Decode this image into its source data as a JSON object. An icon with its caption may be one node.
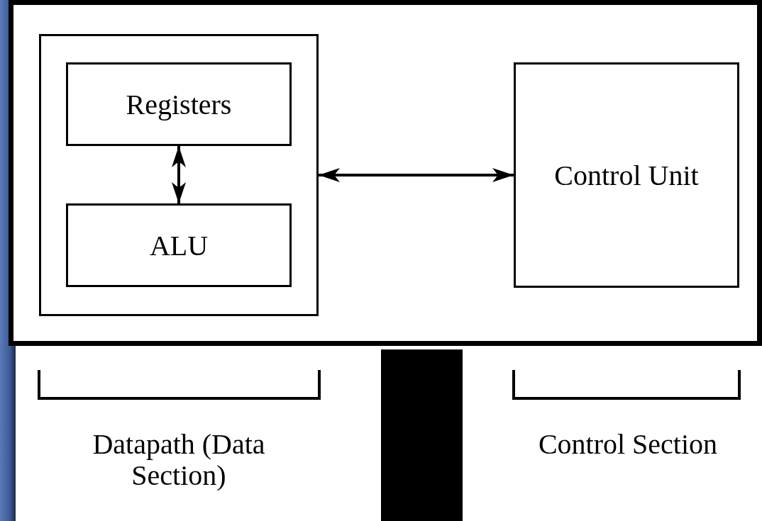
{
  "diagram": {
    "nodes": [
      {
        "text": [],
        "shape": "box"
      },
      {
        "text": [],
        "shape": "box",
        "in": 0
      },
      {
        "text": [
          "Registers"
        ],
        "in": 1
      },
      {
        "text": [
          "ALU"
        ],
        "in": 1
      },
      {
        "text": [
          "Control Unit"
        ],
        "in": 0
      },
      {
        "text": [],
        "shape": "box"
      }
    ],
    "edges": [
      {
        "from": 2,
        "to": 3,
        "arrow": "both"
      },
      {
        "from": 1,
        "to": 4,
        "arrow": "both"
      }
    ],
    "labels": [
      "Datapath (Data Section)",
      "Control Section"
    ]
  }
}
